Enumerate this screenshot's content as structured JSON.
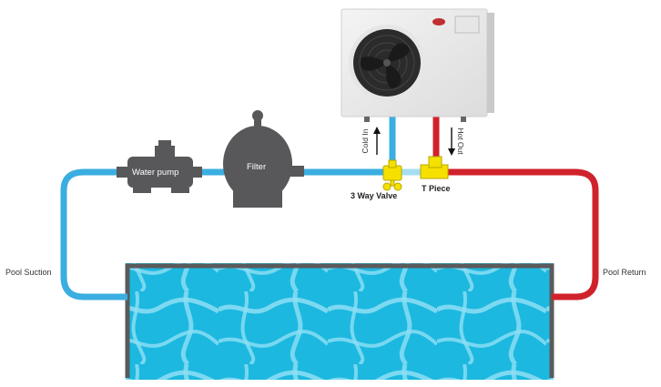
{
  "labels": {
    "water_pump": "Water pump",
    "filter": "Filter",
    "cold_in": "Cold In",
    "hot_out": "Hot Out",
    "three_way_valve": "3 Way Valve",
    "t_piece": "T Piece",
    "pool_suction": "Pool Suction",
    "pool_return": "Pool Return"
  },
  "colors": {
    "cold_pipe": "#3aaee0",
    "hot_pipe": "#d0222b",
    "fitting": "#f5e000",
    "equipment": "#58585a",
    "pool_water": "#1cb8e0",
    "pool_frame": "#5a5a5c"
  },
  "icons": {
    "heat_pump": "heat-pump-unit",
    "pump": "water-pump-icon",
    "filter": "sand-filter-icon",
    "valve": "three-way-valve-icon",
    "t_piece": "t-piece-fitting-icon"
  }
}
